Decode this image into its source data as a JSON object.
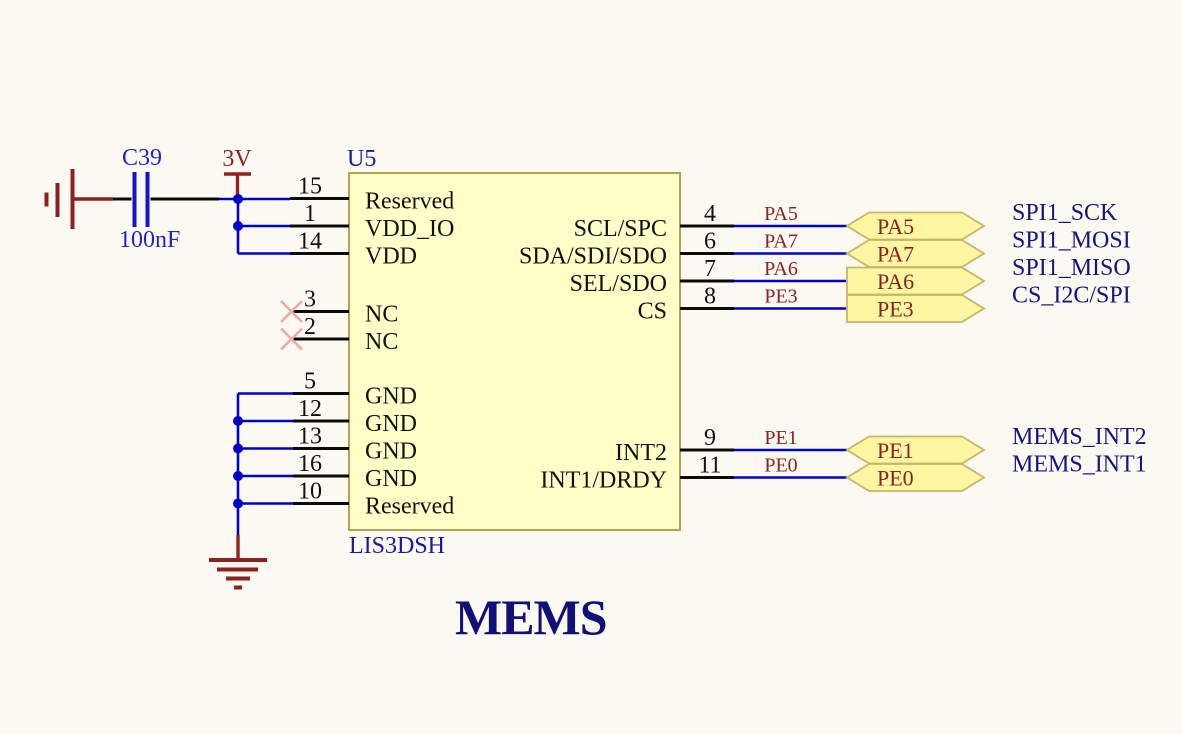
{
  "sheet": {
    "title": "MEMS"
  },
  "component": {
    "designator": "U5",
    "part": "LIS3DSH"
  },
  "capacitor": {
    "designator": "C39",
    "value": "100nF"
  },
  "power_rail": {
    "label": "3V"
  },
  "ic_pins": {
    "left": [
      {
        "number": "15",
        "name": "Reserved"
      },
      {
        "number": "1",
        "name": "VDD_IO"
      },
      {
        "number": "14",
        "name": "VDD"
      },
      {
        "number": "3",
        "name": "NC"
      },
      {
        "number": "2",
        "name": "NC"
      },
      {
        "number": "5",
        "name": "GND"
      },
      {
        "number": "12",
        "name": "GND"
      },
      {
        "number": "13",
        "name": "GND"
      },
      {
        "number": "16",
        "name": "GND"
      },
      {
        "number": "10",
        "name": "Reserved"
      }
    ],
    "right": [
      {
        "number": "4",
        "name": "SCL/SPC",
        "net": "PA5",
        "flag": "PA5",
        "signal": "SPI1_SCK"
      },
      {
        "number": "6",
        "name": "SDA/SDI/SDO",
        "net": "PA7",
        "flag": "PA7",
        "signal": "SPI1_MOSI"
      },
      {
        "number": "7",
        "name": "SEL/SDO",
        "net": "PA6",
        "flag": "PA6",
        "signal": "SPI1_MISO"
      },
      {
        "number": "8",
        "name": "CS",
        "net": "PE3",
        "flag": "PE3",
        "signal": "CS_I2C/SPI"
      },
      {
        "number": "9",
        "name": "INT2",
        "net": "PE1",
        "flag": "PE1",
        "signal": "MEMS_INT2"
      },
      {
        "number": "11",
        "name": "INT1/DRDY",
        "net": "PE0",
        "flag": "PE0",
        "signal": "MEMS_INT1"
      }
    ]
  },
  "colors": {
    "background": "#FBF9F1",
    "wire_blue": "#0000C8",
    "pin_black": "#0A0A0A",
    "symbol_dark_red": "#8B2121",
    "nc_cross_pink": "#EFA9A9",
    "ic_fill": "#FFFFC8",
    "ic_border": "#B7A24F",
    "flag_fill": "#FCF7A0",
    "flag_border": "#C9B468",
    "signal_text_navy": "#15157E",
    "designator_blue": "#1A1A96",
    "capacitor_text_blue": "#2323C8",
    "title_navy": "#101078"
  }
}
